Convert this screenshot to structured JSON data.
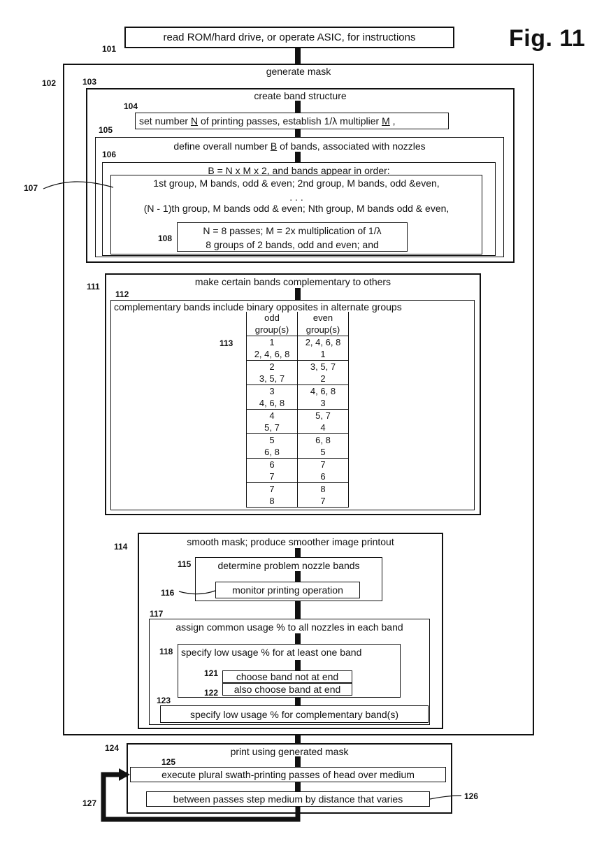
{
  "figure_label": "Fig. 11",
  "nodes": {
    "n101": {
      "ref": "101",
      "text": "read ROM/hard drive,  or operate ASIC, for instructions"
    },
    "n102": {
      "ref": "102",
      "text": "generate mask"
    },
    "n103": {
      "ref": "103",
      "text": "create band structure"
    },
    "n104": {
      "ref": "104",
      "pre": "set number ",
      "var": "N",
      "mid": " of printing passes, establish 1/λ multiplier ",
      "var2": "M",
      "post": "  ,"
    },
    "n105": {
      "ref": "105",
      "pre": "define overall number ",
      "var": "B",
      "post": " of bands, associated with nozzles"
    },
    "n106": {
      "ref": "106",
      "text": "B = N x M x 2, and bands appear in order:"
    },
    "n107": {
      "ref": "107",
      "line1": "1st group, M bands, odd & even; 2nd group, M bands, odd &even,",
      "dots": ". . .",
      "line2": "(N - 1)th group, M bands odd & even; Nth group, M bands odd & even,"
    },
    "n108": {
      "ref": "108",
      "line1": "N = 8 passes;  M = 2x multiplication of 1/λ",
      "line2": "8 groups of 2 bands, odd and even; and"
    },
    "n111": {
      "ref": "111",
      "text": "make certain bands complementary to others"
    },
    "n112": {
      "ref": "112",
      "text": "complementary bands include binary opposites in alternate groups"
    },
    "n113": {
      "ref": "113"
    },
    "n114": {
      "ref": "114",
      "text": "smooth mask; produce smoother image printout"
    },
    "n115": {
      "ref": "115",
      "text": "determine problem nozzle bands"
    },
    "n116": {
      "ref": "116",
      "text": "monitor printing operation"
    },
    "n117": {
      "ref": "117",
      "text": "assign common usage % to all nozzles in each band"
    },
    "n118": {
      "ref": "118",
      "text": "specify low usage % for at least one band"
    },
    "n121": {
      "ref": "121",
      "text": "choose band not at end"
    },
    "n122": {
      "ref": "122",
      "text": "also choose band at end"
    },
    "n123": {
      "ref": "123",
      "text": "specify low usage % for complementary band(s)"
    },
    "n124": {
      "ref": "124",
      "text": "print using generated mask"
    },
    "n125": {
      "ref": "125",
      "text": "execute plural swath-printing passes of head over medium"
    },
    "n126": {
      "ref": "126",
      "text": "between passes step medium by distance that varies"
    },
    "n127": {
      "ref": "127"
    }
  },
  "group_table": {
    "headers": [
      [
        "odd",
        "group(s)"
      ],
      [
        "even",
        "group(s)"
      ]
    ],
    "rows": [
      {
        "odd": [
          "1",
          "2, 4, 6, 8"
        ],
        "even": [
          "2, 4, 6, 8",
          "1"
        ]
      },
      {
        "odd": [
          "2",
          "3, 5, 7"
        ],
        "even": [
          "3, 5, 7",
          "2"
        ]
      },
      {
        "odd": [
          "3",
          "4, 6, 8"
        ],
        "even": [
          "4, 6, 8",
          "3"
        ]
      },
      {
        "odd": [
          "4",
          "5, 7"
        ],
        "even": [
          "5, 7",
          "4"
        ]
      },
      {
        "odd": [
          "5",
          "6, 8"
        ],
        "even": [
          "6, 8",
          "5"
        ]
      },
      {
        "odd": [
          "6",
          "7"
        ],
        "even": [
          "7",
          "6"
        ]
      },
      {
        "odd": [
          "7",
          "8"
        ],
        "even": [
          "8",
          "7"
        ]
      }
    ]
  }
}
